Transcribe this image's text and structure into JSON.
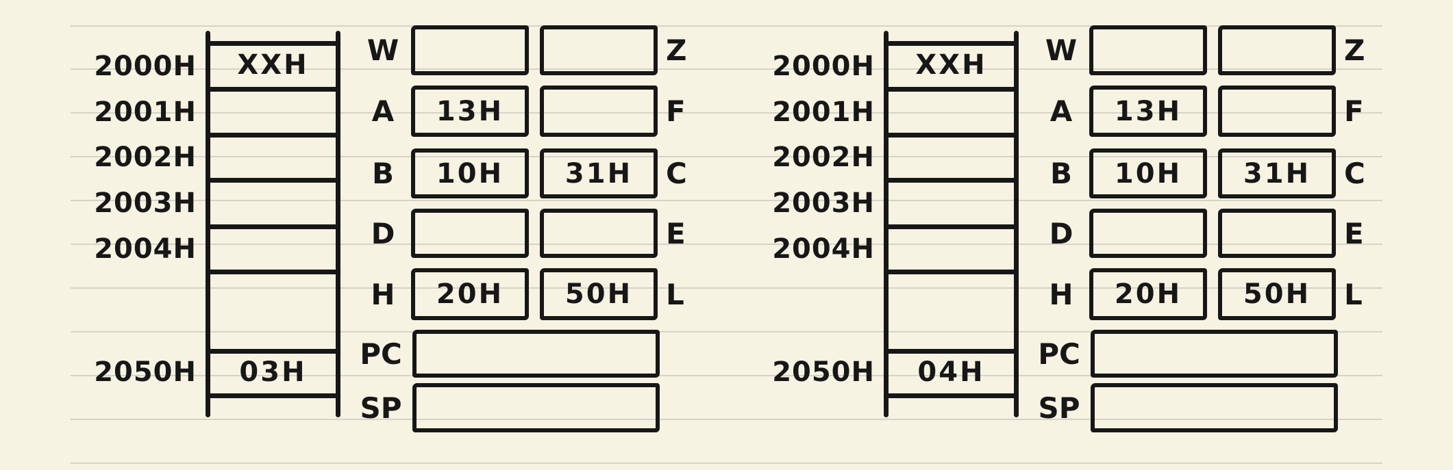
{
  "palette": {
    "background": "#f6f3e3",
    "ink": "#171717",
    "ruled_line": "#c9c8bd"
  },
  "diagrams": [
    {
      "memory": {
        "rows": [
          {
            "address": "2000H",
            "value": "XXH"
          },
          {
            "address": "2001H",
            "value": ""
          },
          {
            "address": "2002H",
            "value": ""
          },
          {
            "address": "2003H",
            "value": ""
          },
          {
            "address": "2004H",
            "value": ""
          },
          {
            "address": "",
            "value": ""
          },
          {
            "address": "2050H",
            "value": "03H"
          }
        ]
      },
      "registers": {
        "pairs": [
          {
            "left_label": "W",
            "left_value": "",
            "right_value": "",
            "right_label": "Z"
          },
          {
            "left_label": "A",
            "left_value": "13H",
            "right_value": "",
            "right_label": "F"
          },
          {
            "left_label": "B",
            "left_value": "10H",
            "right_value": "31H",
            "right_label": "C"
          },
          {
            "left_label": "D",
            "left_value": "",
            "right_value": "",
            "right_label": "E"
          },
          {
            "left_label": "H",
            "left_value": "20H",
            "right_value": "50H",
            "right_label": "L"
          }
        ],
        "wide": [
          {
            "label": "PC",
            "value": ""
          },
          {
            "label": "SP",
            "value": ""
          }
        ]
      }
    },
    {
      "memory": {
        "rows": [
          {
            "address": "2000H",
            "value": "XXH"
          },
          {
            "address": "2001H",
            "value": ""
          },
          {
            "address": "2002H",
            "value": ""
          },
          {
            "address": "2003H",
            "value": ""
          },
          {
            "address": "2004H",
            "value": ""
          },
          {
            "address": "",
            "value": ""
          },
          {
            "address": "2050H",
            "value": "04H"
          }
        ]
      },
      "registers": {
        "pairs": [
          {
            "left_label": "W",
            "left_value": "",
            "right_value": "",
            "right_label": "Z"
          },
          {
            "left_label": "A",
            "left_value": "13H",
            "right_value": "",
            "right_label": "F"
          },
          {
            "left_label": "B",
            "left_value": "10H",
            "right_value": "31H",
            "right_label": "C"
          },
          {
            "left_label": "D",
            "left_value": "",
            "right_value": "",
            "right_label": "E"
          },
          {
            "left_label": "H",
            "left_value": "20H",
            "right_value": "50H",
            "right_label": "L"
          }
        ],
        "wide": [
          {
            "label": "PC",
            "value": ""
          },
          {
            "label": "SP",
            "value": ""
          }
        ]
      }
    }
  ]
}
